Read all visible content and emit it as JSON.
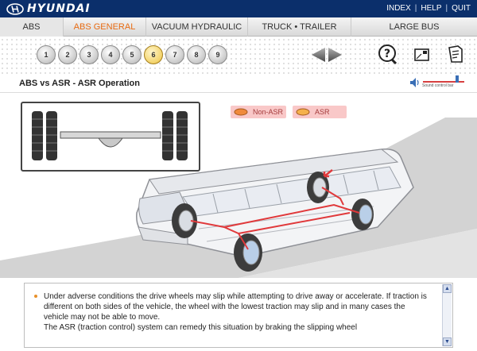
{
  "header": {
    "brand": "HYUNDAI",
    "links": [
      {
        "label": "INDEX"
      },
      {
        "label": "HELP"
      },
      {
        "label": "QUIT"
      }
    ],
    "separator": "|"
  },
  "nav": {
    "tabs": [
      {
        "label": "ABS"
      },
      {
        "label": "ABS GENERAL"
      },
      {
        "label": "VACUUM HYDRAULIC"
      },
      {
        "label": "TRUCK • TRAILER"
      },
      {
        "label": "LARGE BUS"
      }
    ]
  },
  "steps": [
    "1",
    "2",
    "3",
    "4",
    "5",
    "6",
    "7",
    "8",
    "9"
  ],
  "current_step": "6",
  "page": {
    "title": "ABS vs ASR - ASR Operation",
    "sound_label": "Sound control bar",
    "sound_level": 0.85
  },
  "legend": {
    "non_asr": "Non-ASR",
    "asr": "ASR"
  },
  "text": {
    "paragraph": "Under adverse conditions the drive wheels may slip while attempting to drive away or accelerate. If traction is different on both sides of the vehicle, the wheel with the lowest traction may slip and in many cases the vehicle may not be able to move.",
    "paragraph2": "The ASR (traction control) system can remedy this situation by braking the slipping wheel"
  },
  "colors": {
    "header_bg": "#0b2f6b",
    "accent_orange": "#e86b12",
    "legend_pink": "#f9c8c8",
    "brake_line": "#e0393b"
  },
  "icons": {
    "prev_next": "left-right-arrows-icon",
    "help": "question-icon",
    "mail": "mail-icon",
    "doc": "document-icon",
    "speaker": "speaker-icon"
  }
}
